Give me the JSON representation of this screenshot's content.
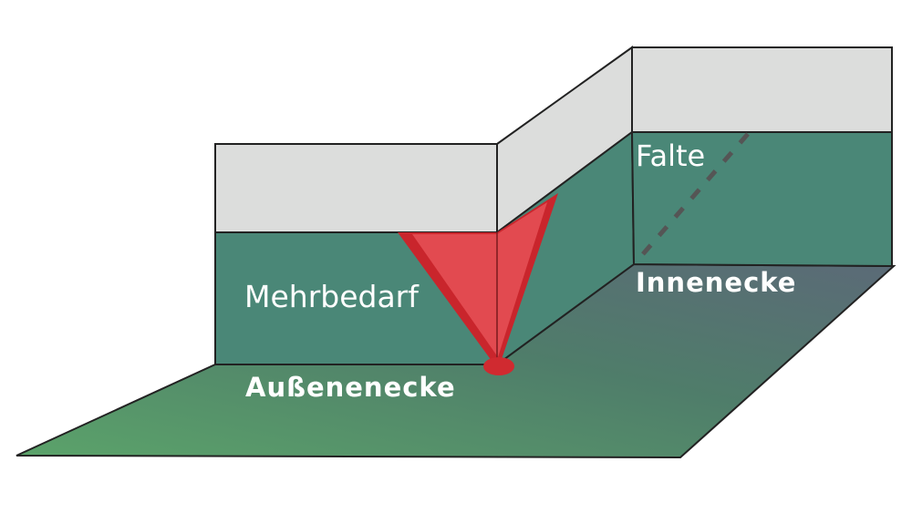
{
  "labels": {
    "surplus": "Mehrbedarf",
    "fold": "Falte",
    "inner_corner": "Innenecke",
    "outer_corner": "Außenenecke"
  },
  "colors": {
    "wall_green": "#4a8777",
    "top_gray": "#dcdddc",
    "floor_left": "#5a9e68",
    "floor_right": "#5a6e73",
    "red_fill": "#e24a50",
    "red_edge": "#c9252c",
    "outline": "#222222"
  }
}
